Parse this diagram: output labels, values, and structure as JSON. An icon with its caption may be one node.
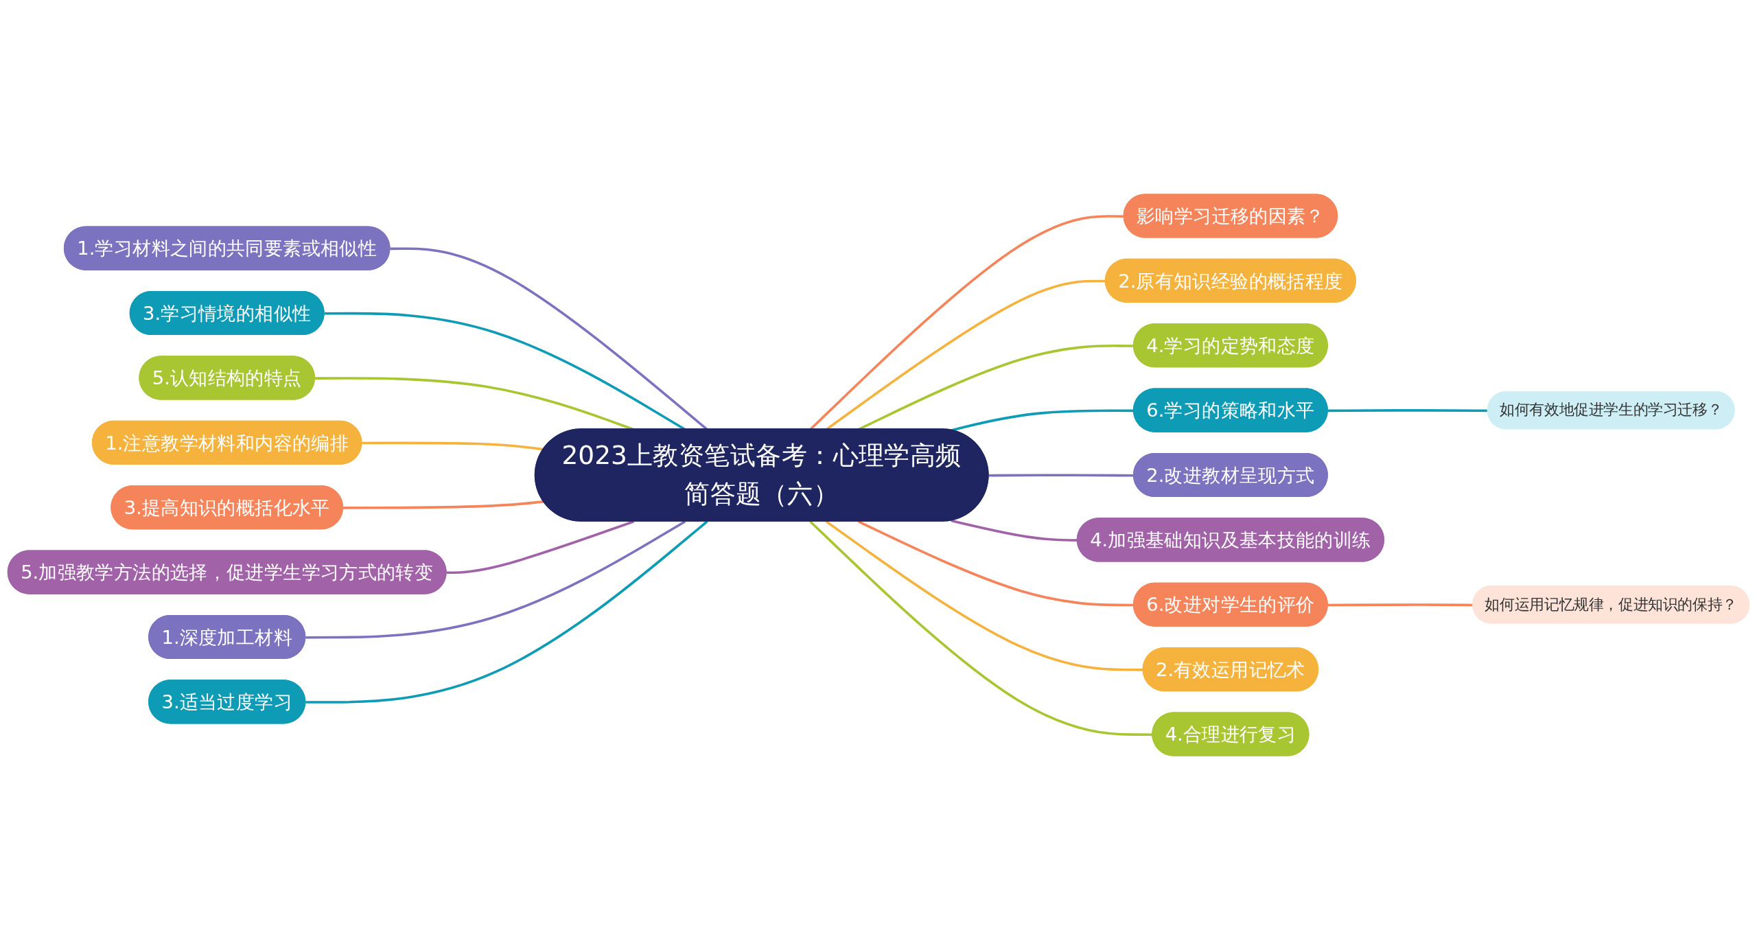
{
  "diagram": {
    "nodes": [
      {
        "text": [
          "2023上教资笔试备考：心理学高频简答题（六）"
        ]
      },
      {
        "text": [
          "影响学习迁移的因素？"
        ]
      },
      {
        "text": [
          "2.原有知识经验的概括程度"
        ]
      },
      {
        "text": [
          "4.学习的定势和态度"
        ]
      },
      {
        "text": [
          "6.学习的策略和水平"
        ]
      },
      {
        "text": [
          "如何有效地促进学生的学习迁移？"
        ]
      },
      {
        "text": [
          "2.改进教材呈现方式"
        ]
      },
      {
        "text": [
          "4.加强基础知识及基本技能的训练"
        ]
      },
      {
        "text": [
          "6.改进对学生的评价"
        ]
      },
      {
        "text": [
          "如何运用记忆规律，促进知识的保持？"
        ]
      },
      {
        "text": [
          "2.有效运用记忆术"
        ]
      },
      {
        "text": [
          "4.合理进行复习"
        ]
      },
      {
        "text": [
          "1.学习材料之间的共同要素或相似性"
        ]
      },
      {
        "text": [
          "3.学习情境的相似性"
        ]
      },
      {
        "text": [
          "5.认知结构的特点"
        ]
      },
      {
        "text": [
          "1.注意教学材料和内容的编排"
        ]
      },
      {
        "text": [
          "3.提高知识的概括化水平"
        ]
      },
      {
        "text": [
          "5.加强教学方法的选择，促进学生学习方式的转变"
        ]
      },
      {
        "text": [
          "1.深度加工材料"
        ]
      },
      {
        "text": [
          "3.适当过度学习"
        ]
      }
    ],
    "edges": [
      {
        "from": 0,
        "to": 1,
        "arrow": "none",
        "color": "#f5845a"
      },
      {
        "from": 0,
        "to": 2,
        "arrow": "none",
        "color": "#f5b33e"
      },
      {
        "from": 0,
        "to": 3,
        "arrow": "none",
        "color": "#a8c631"
      },
      {
        "from": 0,
        "to": 4,
        "arrow": "none",
        "color": "#0e9bb6"
      },
      {
        "from": 4,
        "to": 5,
        "arrow": "none",
        "color": "#0e9bb6"
      },
      {
        "from": 0,
        "to": 6,
        "arrow": "none",
        "color": "#7b72c0"
      },
      {
        "from": 0,
        "to": 7,
        "arrow": "none",
        "color": "#a162a8"
      },
      {
        "from": 0,
        "to": 8,
        "arrow": "none",
        "color": "#f5845a"
      },
      {
        "from": 8,
        "to": 9,
        "arrow": "none",
        "color": "#f5845a"
      },
      {
        "from": 0,
        "to": 10,
        "arrow": "none",
        "color": "#f5b33e"
      },
      {
        "from": 0,
        "to": 11,
        "arrow": "none",
        "color": "#a8c631"
      },
      {
        "from": 12,
        "to": 0,
        "arrow": "none",
        "color": "#7b72c0"
      },
      {
        "from": 13,
        "to": 0,
        "arrow": "none",
        "color": "#0e9bb6"
      },
      {
        "from": 14,
        "to": 0,
        "arrow": "none",
        "color": "#a8c631"
      },
      {
        "from": 15,
        "to": 0,
        "arrow": "none",
        "color": "#f5b33e"
      },
      {
        "from": 16,
        "to": 0,
        "arrow": "none",
        "color": "#f5845a"
      },
      {
        "from": 17,
        "to": 0,
        "arrow": "none",
        "color": "#a162a8"
      },
      {
        "from": 18,
        "to": 0,
        "arrow": "none",
        "color": "#7b72c0"
      },
      {
        "from": 19,
        "to": 0,
        "arrow": "none",
        "color": "#0e9bb6"
      }
    ]
  }
}
